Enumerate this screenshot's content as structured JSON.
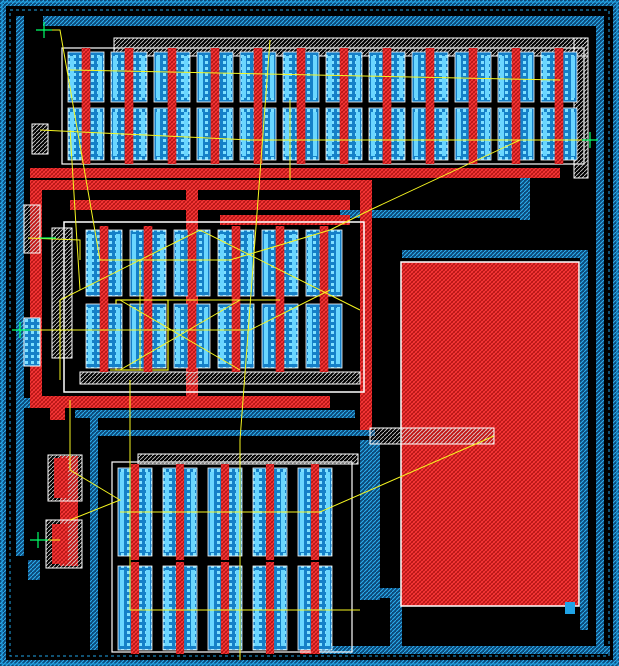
{
  "canvas": {
    "background": "#000000"
  },
  "layers": {
    "metal1": {
      "color": "#1fa3e6"
    },
    "poly": {
      "color": "#e21b1b"
    },
    "via": {
      "color": "#6ad6ff"
    },
    "outline": {
      "color": "#ffffff"
    },
    "flightline": {
      "color": "#f5f520"
    },
    "pin": {
      "color": "#00ff66"
    }
  },
  "blocks": [
    {
      "name": "top-transistor-array",
      "fingers": 12
    },
    {
      "name": "middle-transistor-array",
      "fingers": 6
    },
    {
      "name": "bottom-transistor-array",
      "fingers": 5
    },
    {
      "name": "capacitor"
    }
  ]
}
